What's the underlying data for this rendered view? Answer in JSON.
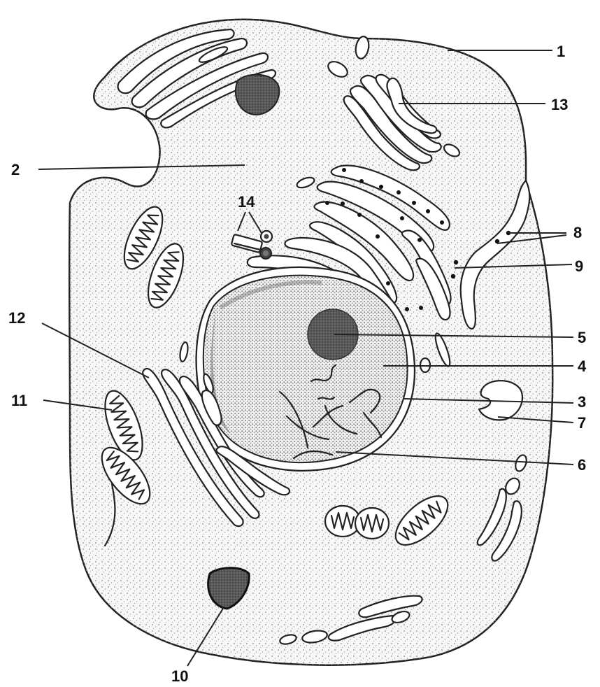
{
  "diagram": {
    "labels": [
      {
        "id": "1",
        "text": "1"
      },
      {
        "id": "2",
        "text": "2"
      },
      {
        "id": "3",
        "text": "3"
      },
      {
        "id": "4",
        "text": "4"
      },
      {
        "id": "5",
        "text": "5"
      },
      {
        "id": "6",
        "text": "6"
      },
      {
        "id": "7",
        "text": "7"
      },
      {
        "id": "8",
        "text": "8"
      },
      {
        "id": "9",
        "text": "9"
      },
      {
        "id": "10",
        "text": "10"
      },
      {
        "id": "11",
        "text": "11"
      },
      {
        "id": "12",
        "text": "12"
      },
      {
        "id": "13",
        "text": "13"
      },
      {
        "id": "14",
        "text": "14"
      }
    ],
    "colors": {
      "ink": "#222222",
      "cytoplasm_fill": "#f4f4f4",
      "stipple": "#8a8a8a",
      "nucleolus": "#555555",
      "vesicle_dark": "#4a4a4a"
    }
  }
}
